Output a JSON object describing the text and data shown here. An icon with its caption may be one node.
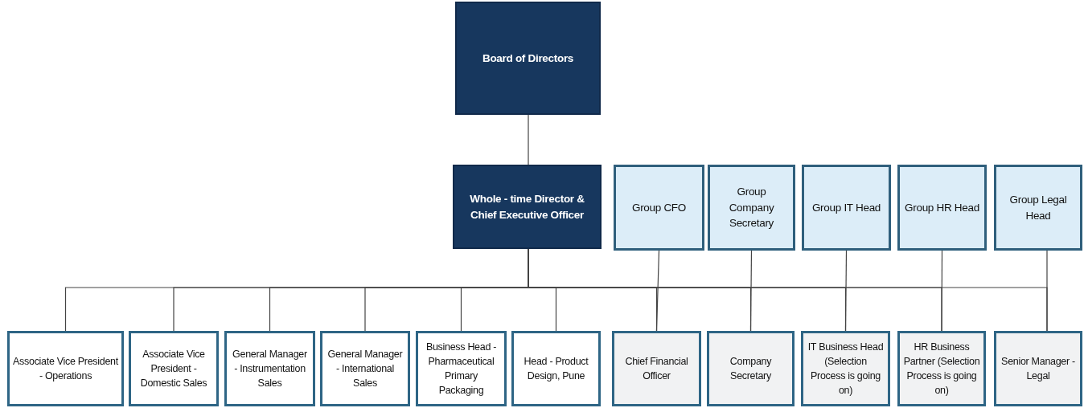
{
  "diagram": {
    "nodes": [
      {
        "text": [
          "Board of Directors"
        ]
      },
      {
        "text": [
          "Whole - time Director & Chief Executive Officer"
        ]
      },
      {
        "text": [
          "Group CFO"
        ]
      },
      {
        "text": [
          "Group Company Secretary"
        ]
      },
      {
        "text": [
          "Group IT Head"
        ]
      },
      {
        "text": [
          "Group HR Head"
        ]
      },
      {
        "text": [
          "Group Legal Head"
        ]
      },
      {
        "text": [
          "Associate Vice President - Operations"
        ]
      },
      {
        "text": [
          "Associate Vice President - Domestic Sales"
        ]
      },
      {
        "text": [
          "General Manager - Instrumentation Sales"
        ]
      },
      {
        "text": [
          "General Manager - International Sales"
        ]
      },
      {
        "text": [
          "Business Head - Pharmaceutical Primary Packaging"
        ]
      },
      {
        "text": [
          "Head - Product Design, Pune"
        ]
      },
      {
        "text": [
          "Chief Financial Officer"
        ]
      },
      {
        "text": [
          "Company Secretary"
        ]
      },
      {
        "text": [
          "IT Business Head (Selection Process is going on)"
        ]
      },
      {
        "text": [
          "HR Business Partner (Selection Process is going on)"
        ]
      },
      {
        "text": [
          "Senior Manager - Legal"
        ]
      }
    ],
    "edges": [
      {
        "from": 0,
        "to": 1,
        "arrow": "none"
      },
      {
        "from": 1,
        "to": 7,
        "arrow": "none"
      },
      {
        "from": 1,
        "to": 8,
        "arrow": "none"
      },
      {
        "from": 1,
        "to": 9,
        "arrow": "none"
      },
      {
        "from": 1,
        "to": 10,
        "arrow": "none"
      },
      {
        "from": 1,
        "to": 11,
        "arrow": "none"
      },
      {
        "from": 1,
        "to": 12,
        "arrow": "none"
      },
      {
        "from": 1,
        "to": 13,
        "arrow": "none"
      },
      {
        "from": 1,
        "to": 14,
        "arrow": "none"
      },
      {
        "from": 1,
        "to": 15,
        "arrow": "none"
      },
      {
        "from": 1,
        "to": 16,
        "arrow": "none"
      },
      {
        "from": 1,
        "to": 17,
        "arrow": "none"
      },
      {
        "from": 2,
        "to": 13,
        "arrow": "none"
      },
      {
        "from": 3,
        "to": 14,
        "arrow": "none"
      },
      {
        "from": 4,
        "to": 15,
        "arrow": "none"
      },
      {
        "from": 5,
        "to": 16,
        "arrow": "none"
      },
      {
        "from": 6,
        "to": 17,
        "arrow": "none"
      }
    ]
  }
}
